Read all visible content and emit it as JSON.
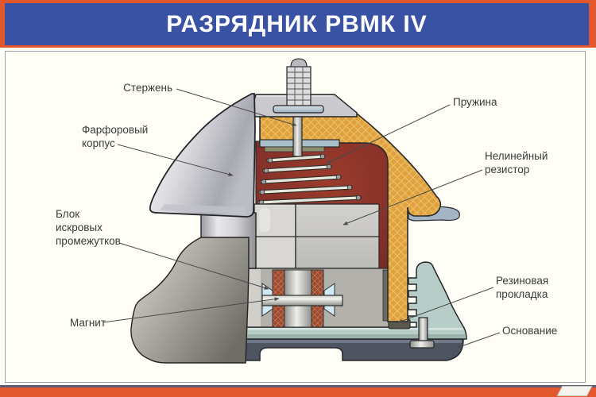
{
  "header": {
    "title": "РАЗРЯДНИК РВМК IV"
  },
  "diagram": {
    "labels": [
      {
        "id": "sterzhen",
        "text": "Стержень"
      },
      {
        "id": "farforovyy-korpus",
        "text": "Фарфоровый корпус"
      },
      {
        "id": "pruzhina",
        "text": "Пружина"
      },
      {
        "id": "nelineynyy-rezistor",
        "text": "Нелинейный резистор"
      },
      {
        "id": "blok-iskrovykh-promezhutkov",
        "text": "Блок искровых промежутков"
      },
      {
        "id": "magnit",
        "text": "Магнит"
      },
      {
        "id": "rezinovaya-prokladka",
        "text": "Резиновая прокладка"
      },
      {
        "id": "osnovanie",
        "text": "Основание"
      }
    ]
  },
  "colors": {
    "frame_orange": "#E2572B",
    "header_blue": "#3A52A3",
    "porcelain_section_orange": "#DFA23E",
    "cavity_maroon": "#7E2B22",
    "base_teal": "#B7CEC8",
    "resistor_gray": "#C7C6C2",
    "spark_gap_blue": "#CFE9F6",
    "magnet_brown": "#9C4A31",
    "underside_dark": "#4E5561"
  }
}
